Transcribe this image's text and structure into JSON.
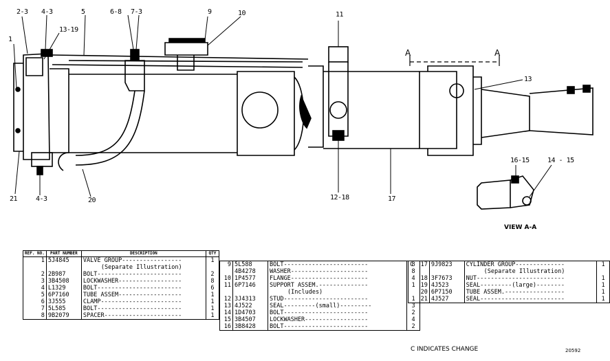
{
  "callouts": {
    "c_2_3": "2-3",
    "c_4_3_top": "4-3",
    "c_5": "5",
    "c_6_8": "6-8",
    "c_7_3": "7-3",
    "c_9": "9",
    "c_10": "10",
    "c_11": "11",
    "c_13_19": "13-19",
    "c_1": "1",
    "c_13": "13",
    "c_21": "21",
    "c_4_3_bottom": "4-3",
    "c_20": "20",
    "c_12_18": "12-18",
    "c_17": "17",
    "c_16_15": "16-15",
    "c_14_15": "14 - 15"
  },
  "section_marks": {
    "left": "A",
    "right": "A"
  },
  "view_label": "VIEW A-A",
  "table_headers": {
    "ref": "REF. NO.",
    "part_number": "PART NUMBER",
    "description": "DESCRIPTION",
    "qty": "QTY"
  },
  "parts_table_1": [
    {
      "ref": "1",
      "pn": "5J4845",
      "desc": "VALVE GROUP-----------------",
      "qty": "1"
    },
    {
      "ref": "",
      "pn": "",
      "desc": "(Separate Illustration)",
      "qty": ""
    },
    {
      "ref": "2",
      "pn": "2B987",
      "desc": "BOLT------------------------",
      "qty": "2"
    },
    {
      "ref": "3",
      "pn": "3B4508",
      "desc": "LOCKWASHER------------------",
      "qty": "8"
    },
    {
      "ref": "4",
      "pn": "L1329",
      "desc": "BOLT------------------------",
      "qty": "6"
    },
    {
      "ref": "5",
      "pn": "6P7160",
      "desc": "TUBE ASSEM------------------",
      "qty": "1"
    },
    {
      "ref": "6",
      "pn": "3J555",
      "desc": "CLAMP-----------------------",
      "qty": "1"
    },
    {
      "ref": "7",
      "pn": "5L585",
      "desc": "BOLT------------------------",
      "qty": "1"
    },
    {
      "ref": "8",
      "pn": "9B2079",
      "desc": "SPACER----------------------",
      "qty": "1"
    }
  ],
  "parts_table_2": [
    {
      "ref": "9",
      "pn": "5L588",
      "desc": "BOLT------------------------",
      "qty": "8"
    },
    {
      "ref": "",
      "pn": "4B4278",
      "desc": "WASHER----------------------",
      "qty": "8"
    },
    {
      "ref": "10",
      "pn": "1P4577",
      "desc": "FLANGE----------------------",
      "qty": "4"
    },
    {
      "ref": "11",
      "pn": "6P7146",
      "desc": "SUPPORT ASSEM.--------------",
      "qty": "1"
    },
    {
      "ref": "",
      "pn": "",
      "desc": "(Includes)",
      "qty": ""
    },
    {
      "ref": "12",
      "pn": "3J4313",
      "desc": "STUD------------------------",
      "qty": "1"
    },
    {
      "ref": "13",
      "pn": "4J522",
      "desc": "SEAL---------(small)---------",
      "qty": "3"
    },
    {
      "ref": "14",
      "pn": "1D4703",
      "desc": "BOLT------------------------",
      "qty": "2"
    },
    {
      "ref": "15",
      "pn": "3B4507",
      "desc": "LOCKWASHER------------------",
      "qty": "4"
    },
    {
      "ref": "16",
      "pn": "3B8428",
      "desc": "BOLT------------------------",
      "qty": "2"
    }
  ],
  "parts_table_3": [
    {
      "c": "C",
      "ref": "17",
      "pn": "9J9823",
      "desc": "CYLINDER GROUP--------------",
      "qty": "1"
    },
    {
      "c": "",
      "ref": "",
      "pn": "",
      "desc": "(Separate Illustration)",
      "qty": ""
    },
    {
      "c": "",
      "ref": "18",
      "pn": "3F7673",
      "desc": "NUT-------------------------",
      "qty": "1"
    },
    {
      "c": "",
      "ref": "19",
      "pn": "4J523",
      "desc": "SEAL---------(large)--------",
      "qty": "1"
    },
    {
      "c": "",
      "ref": "20",
      "pn": "6P7150",
      "desc": "TUBE ASSEM.-----------------",
      "qty": "1"
    },
    {
      "c": "",
      "ref": "21",
      "pn": "4J527",
      "desc": "SEAL------------------------",
      "qty": "1"
    }
  ],
  "footer": {
    "change_note": "C INDICATES CHANGE",
    "drawing_number": "20592"
  }
}
